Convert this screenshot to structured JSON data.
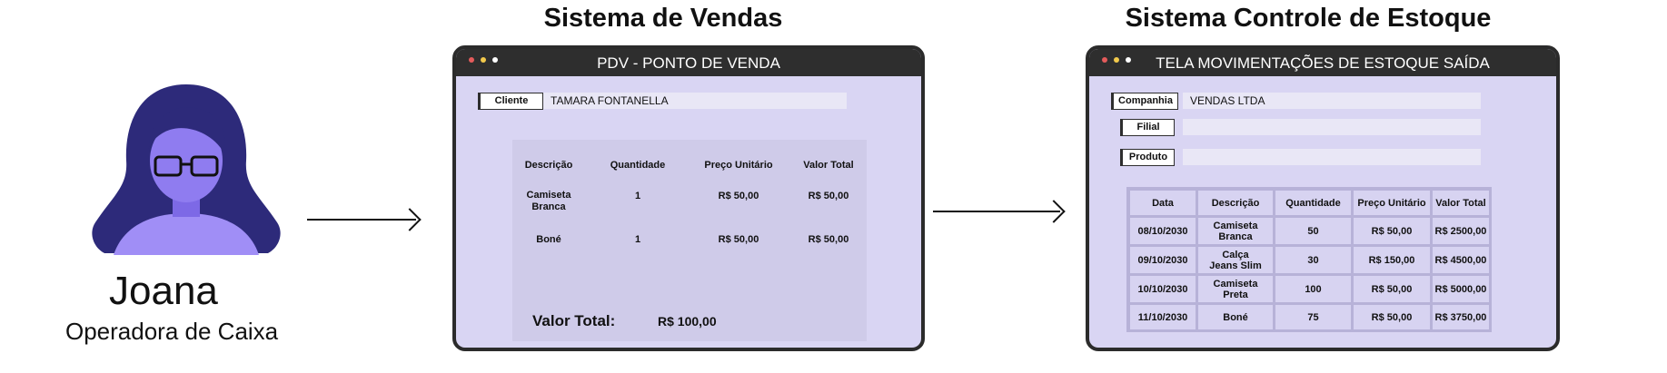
{
  "persona": {
    "name": "Joana",
    "role": "Operadora de Caixa",
    "colors": {
      "hair": "#2d2a7a",
      "skin": "#8f7cf0",
      "shirt": "#a08ef6"
    }
  },
  "pdv_system": {
    "heading": "Sistema de Vendas",
    "window_title": "PDV - PONTO DE VENDA",
    "cliente_label": "Cliente",
    "cliente_value": "TAMARA FONTANELLA",
    "table_headers": [
      "Descrição",
      "Quantidade",
      "Preço Unitário",
      "Valor Total"
    ],
    "rows": [
      {
        "desc_line1": "Camiseta",
        "desc_line2": "Branca",
        "qty": "1",
        "unit": "R$ 50,00",
        "total": "R$ 50,00"
      },
      {
        "desc_line1": "Boné",
        "desc_line2": "",
        "qty": "1",
        "unit": "R$ 50,00",
        "total": "R$ 50,00"
      }
    ],
    "total_label": "Valor Total:",
    "total_value": "R$ 100,00"
  },
  "stock_system": {
    "heading": "Sistema Controle de Estoque",
    "window_title": "TELA MOVIMENTAÇÕES DE ESTOQUE SAÍDA",
    "companhia_label": "Companhia",
    "companhia_value": "VENDAS LTDA",
    "filial_label": "Filial",
    "filial_value": "",
    "produto_label": "Produto",
    "produto_value": "",
    "table_headers": [
      "Data",
      "Descrição",
      "Quantidade",
      "Preço Unitário",
      "Valor Total"
    ],
    "rows": [
      {
        "date": "08/10/2030",
        "desc_line1": "Camiseta",
        "desc_line2": "Branca",
        "qty": "50",
        "unit": "R$ 50,00",
        "total": "R$ 2500,00"
      },
      {
        "date": "09/10/2030",
        "desc_line1": "Calça",
        "desc_line2": "Jeans Slim",
        "qty": "30",
        "unit": "R$ 150,00",
        "total": "R$ 4500,00"
      },
      {
        "date": "10/10/2030",
        "desc_line1": "Camiseta",
        "desc_line2": "Preta",
        "qty": "100",
        "unit": "R$ 50,00",
        "total": "R$ 5000,00"
      },
      {
        "date": "11/10/2030",
        "desc_line1": "Boné",
        "desc_line2": "",
        "qty": "75",
        "unit": "R$ 50,00",
        "total": "R$ 3750,00"
      }
    ]
  },
  "window_colors": {
    "body": "#d9d5f3",
    "titlebar": "#2e2e2e",
    "dot1": "#e45b5b",
    "dot2": "#f2c94c",
    "dot3": "#ffffff"
  },
  "icons": [
    "persona-avatar-icon",
    "arrow-right-icon",
    "window-dots-icon"
  ]
}
